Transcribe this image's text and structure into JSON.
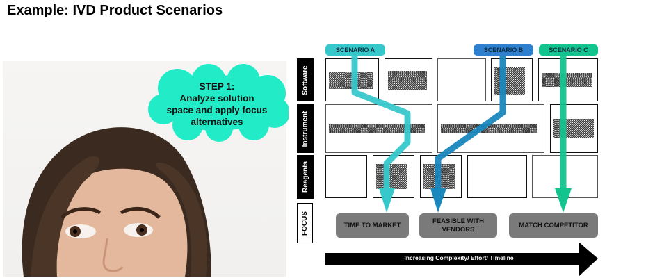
{
  "title": "Example: IVD Product Scenarios",
  "callout": {
    "lines": [
      "STEP 1:",
      "Analyze solution",
      "space and apply focus",
      "alternatives"
    ],
    "color": "#22ecc8"
  },
  "rows": [
    {
      "label": "Software"
    },
    {
      "label": "Instrument"
    },
    {
      "label": "Reagents"
    },
    {
      "label": "FOCUS"
    }
  ],
  "scenarios": [
    {
      "label": "SCENARIO A",
      "color": "#37c8cc",
      "focus": "TIME TO MARKET"
    },
    {
      "label": "SCENARIO B",
      "color": "#1a87bd",
      "focus": "FEASIBLE WITH VENDORS"
    },
    {
      "label": "SCENARIO C",
      "color": "#13c48f",
      "focus": "MATCH COMPETITOR"
    }
  ],
  "focus_boxes": [
    {
      "lines": [
        "TIME TO MARKET"
      ]
    },
    {
      "lines": [
        "FEASIBLE WITH",
        "VENDORS"
      ]
    },
    {
      "lines": [
        "MATCH COMPETITOR"
      ]
    }
  ],
  "timeline": {
    "label": "Increasing Complexity/ Effort/ Timeline"
  },
  "cell_text_redacted": true
}
